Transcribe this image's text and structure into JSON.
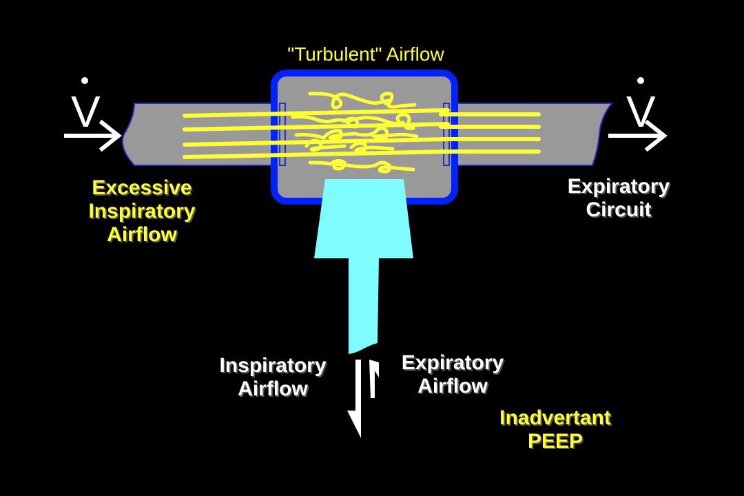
{
  "title": "\"Turbulent\"  Airflow",
  "flow_symbol": "V",
  "labels": {
    "left": [
      "Excessive",
      "Inspiratory",
      "Airflow"
    ],
    "right": [
      "Expiratory",
      "Circuit"
    ],
    "inspiratory": [
      "Inspiratory",
      "Airflow"
    ],
    "expiratory": [
      "Expiratory",
      "Airflow"
    ],
    "peep": [
      "Inadvertant",
      "PEEP"
    ]
  },
  "colors": {
    "background": "#000000",
    "tube": "#999999",
    "chamber_border": "#0022ff",
    "stream": "#ffff33",
    "airway": "#7ffcff",
    "text_highlight": "#ffff33",
    "text": "#ffffff"
  }
}
